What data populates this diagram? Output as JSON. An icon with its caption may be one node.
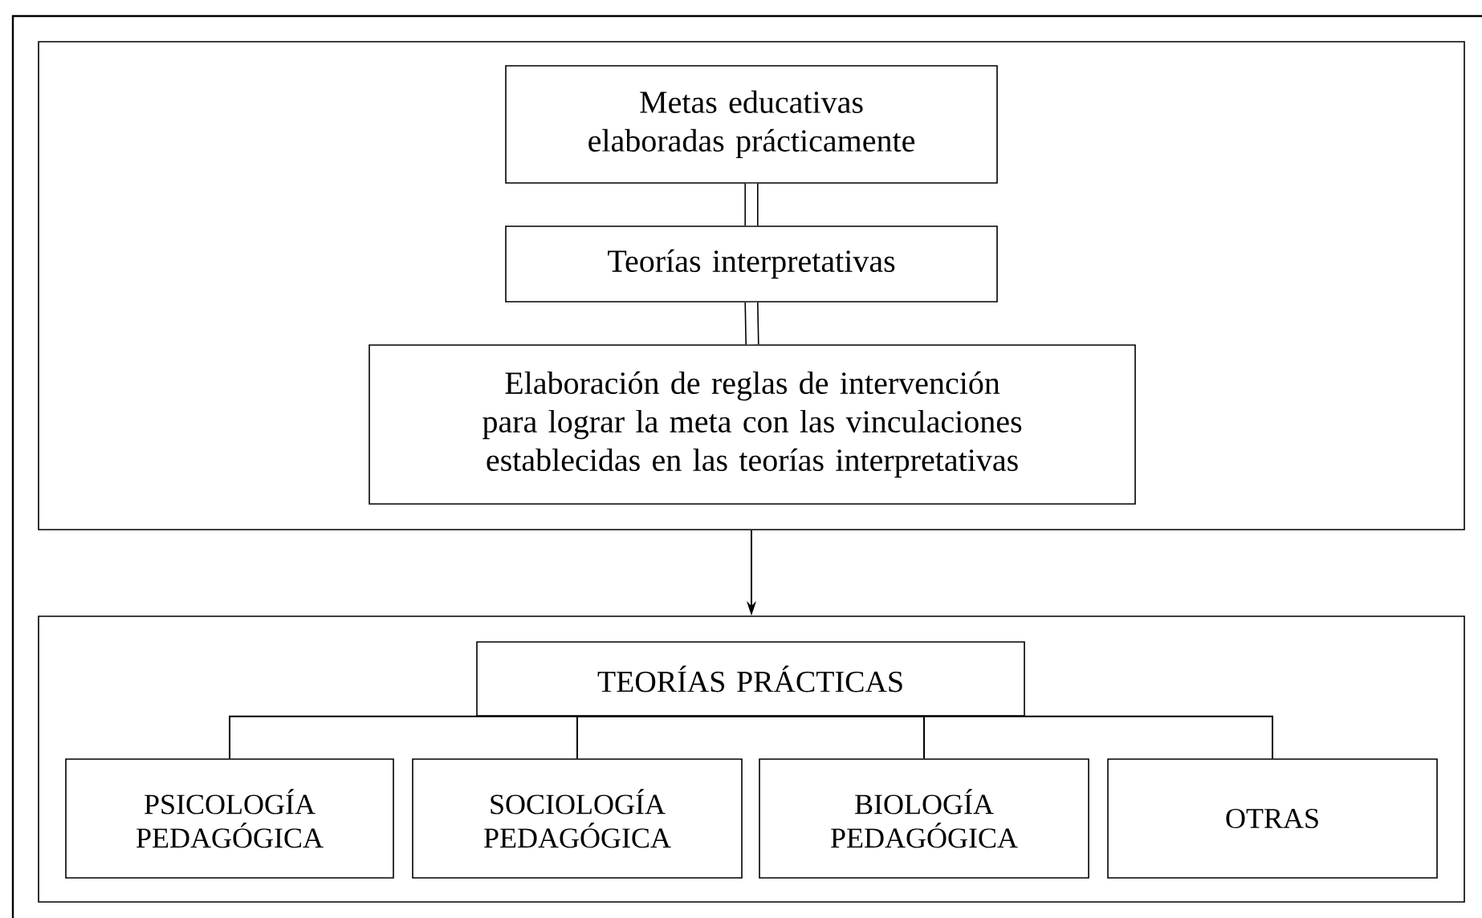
{
  "diagram": {
    "nodes": [
      {
        "text": [],
        "shape": "box"
      },
      {
        "text": [
          "Metas educativas elaboradas prácticamente"
        ],
        "in": 0
      },
      {
        "text": [
          "Teorías interpretativas"
        ],
        "in": 0
      },
      {
        "text": [
          "Elaboración de reglas de intervención para lograr la meta con las vinculaciones establecidas en las teorías interpretativas"
        ],
        "in": 0
      },
      {
        "text": [],
        "shape": "box"
      },
      {
        "text": [
          "TEORÍAS PRÁCTICAS"
        ],
        "in": 4
      },
      {
        "text": [
          "PSICOLOGÍA PEDAGÓGICA"
        ],
        "in": 4
      },
      {
        "text": [
          "SOCIOLOGÍA PEDAGÓGICA"
        ],
        "in": 4
      },
      {
        "text": [
          "BIOLOGÍA PEDAGÓGICA"
        ],
        "in": 4
      },
      {
        "text": [
          "OTRAS"
        ],
        "in": 4
      }
    ],
    "edges": [
      {
        "from": 1,
        "to": 2,
        "arrow": "none",
        "style": "thick"
      },
      {
        "from": 2,
        "to": 3,
        "arrow": "none",
        "style": "thick"
      },
      {
        "from": 0,
        "to": 4,
        "arrow": "to"
      },
      {
        "from": 5,
        "to": 6,
        "arrow": "none"
      },
      {
        "from": 5,
        "to": 7,
        "arrow": "none"
      },
      {
        "from": 5,
        "to": 8,
        "arrow": "none"
      },
      {
        "from": 5,
        "to": 9,
        "arrow": "none"
      }
    ]
  }
}
